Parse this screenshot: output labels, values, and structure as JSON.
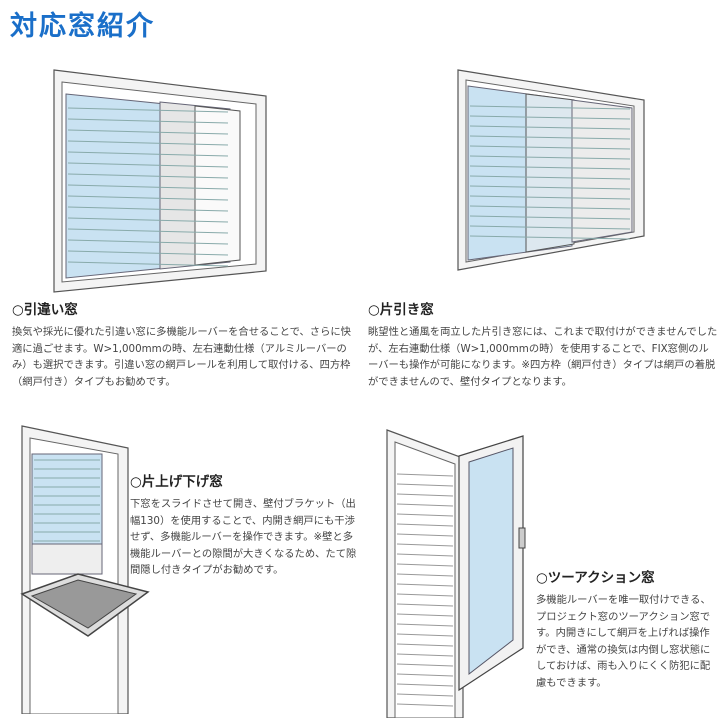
{
  "title": "対応窓紹介",
  "sections": [
    {
      "heading": "○引違い窓",
      "body": "換気や採光に優れた引違い窓に多機能ルーバーを合せることで、さらに快適に過ごせます。W>1,000mmの時、左右連動仕様（アルミルーバーのみ）も選択できます。引違い窓の網戸レールを利用して取付ける、四方枠（網戸付き）タイプもお勧めです。"
    },
    {
      "heading": "○片引き窓",
      "body": "眺望性と通風を両立した片引き窓には、これまで取付けができませんでしたが、左右連動仕様（W>1,000mmの時）を使用することで、FIX窓側のルーバーも操作が可能になります。※四方枠（網戸付き）タイプは網戸の着脱ができませんので、壁付タイプとなります。"
    },
    {
      "heading": "○片上げ下げ窓",
      "body": "下窓をスライドさせて開き、壁付ブラケット（出幅130）を使用することで、内開き網戸にも干渉せず、多機能ルーバーを操作できます。※壁と多機能ルーバーとの隙間が大きくなるため、たて隙間隠し付きタイプがお勧めです。"
    },
    {
      "heading": "○ツーアクション窓",
      "body": "多機能ルーバーを唯一取付けできる、プロジェクト窓のツーアクション窓です。内開きにして網戸を上げれば操作ができ、通常の換気は内倒し窓状態にしておけば、雨も入りにくく防犯に配慮もできます。"
    }
  ],
  "colors": {
    "accent": "#1a6fc9",
    "glass": "#c9e2f2",
    "frame": "#f2f2f2"
  }
}
